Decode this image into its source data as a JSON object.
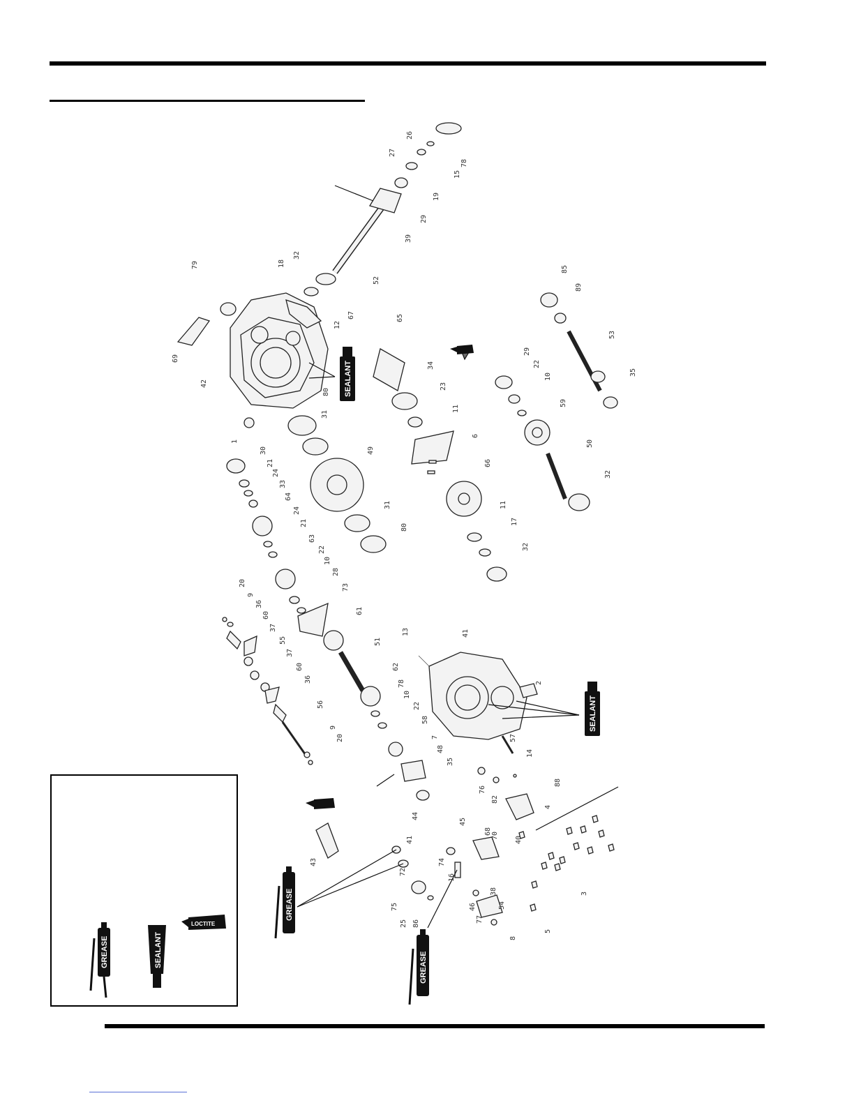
{
  "labels": {
    "sealant": "SEALANT",
    "grease": "GREASE",
    "loctite": "LOCTITE"
  },
  "callouts": [
    "26",
    "27",
    "78",
    "15",
    "19",
    "29",
    "39",
    "52",
    "67",
    "12",
    "32",
    "18",
    "79",
    "69",
    "42",
    "1",
    "80",
    "31",
    "49",
    "31",
    "80",
    "65",
    "34",
    "23",
    "11",
    "6",
    "66",
    "11",
    "17",
    "32",
    "85",
    "89",
    "53",
    "35",
    "29",
    "22",
    "10",
    "59",
    "50",
    "32",
    "30",
    "21",
    "24",
    "33",
    "64",
    "24",
    "21",
    "63",
    "22",
    "10",
    "28",
    "73",
    "61",
    "51",
    "62",
    "78",
    "10",
    "22",
    "58",
    "7",
    "48",
    "35",
    "20",
    "9",
    "36",
    "60",
    "37",
    "55",
    "37",
    "60",
    "36",
    "56",
    "9",
    "20",
    "13",
    "41",
    "2",
    "57",
    "14",
    "76",
    "82",
    "88",
    "4",
    "40",
    "3",
    "5",
    "44",
    "41",
    "72",
    "75",
    "25",
    "86",
    "74",
    "16",
    "45",
    "68",
    "70",
    "46",
    "77",
    "38",
    "54",
    "8",
    "43"
  ]
}
